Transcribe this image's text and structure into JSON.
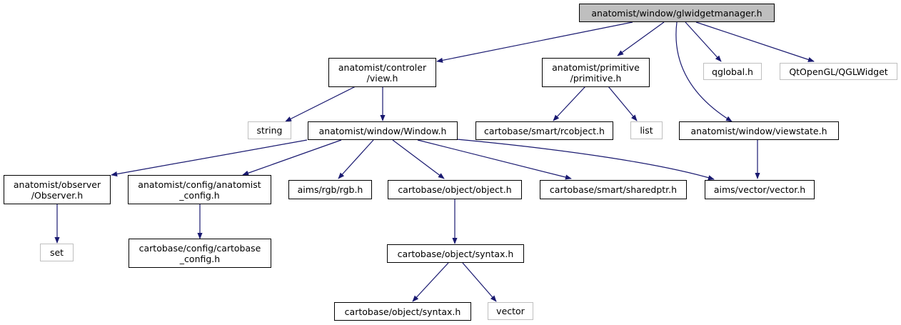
{
  "graph": {
    "edge_color": "#191970",
    "root_fill": "#bfbfbf",
    "external_border": "#bfbfbf",
    "nodes": {
      "root": {
        "l1": "anatomist/window/glwidgetmanager.h"
      },
      "view": {
        "l1": "anatomist/controler",
        "l2": "/view.h"
      },
      "primitive": {
        "l1": "anatomist/primitive",
        "l2": "/primitive.h"
      },
      "qglobal": {
        "l1": "qglobal.h"
      },
      "qglwidget": {
        "l1": "QtOpenGL/QGLWidget"
      },
      "string": {
        "l1": "string"
      },
      "window": {
        "l1": "anatomist/window/Window.h"
      },
      "rcobject": {
        "l1": "cartobase/smart/rcobject.h"
      },
      "list": {
        "l1": "list"
      },
      "viewstate": {
        "l1": "anatomist/window/viewstate.h"
      },
      "observer": {
        "l1": "anatomist/observer",
        "l2": "/Observer.h"
      },
      "anat_config": {
        "l1": "anatomist/config/anatomist",
        "l2": "_config.h"
      },
      "rgb": {
        "l1": "aims/rgb/rgb.h"
      },
      "object": {
        "l1": "cartobase/object/object.h"
      },
      "sharedptr": {
        "l1": "cartobase/smart/sharedptr.h"
      },
      "aims_vector": {
        "l1": "aims/vector/vector.h"
      },
      "set": {
        "l1": "set"
      },
      "carto_config": {
        "l1": "cartobase/config/cartobase",
        "l2": "_config.h"
      },
      "syntax1": {
        "l1": "cartobase/object/syntax.h"
      },
      "syntax2": {
        "l1": "cartobase/object/syntax.h"
      },
      "vector": {
        "l1": "vector"
      }
    }
  }
}
